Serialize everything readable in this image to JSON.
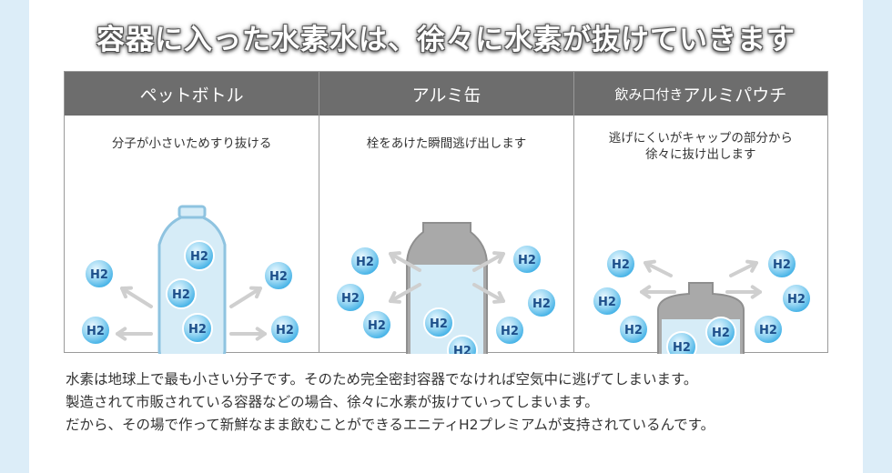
{
  "headline": "容器に入った水素水は、徐々に水素が抜けていきます",
  "columns": [
    {
      "header_main": "ペットボトル",
      "header_prefix": "",
      "caption_line1": "分子が小さいためすり抜ける",
      "caption_line2": ""
    },
    {
      "header_main": "アルミ缶",
      "header_prefix": "",
      "caption_line1": "栓をあけた瞬間逃げ出します",
      "caption_line2": ""
    },
    {
      "header_main": "アルミパウチ",
      "header_prefix": "飲み口付き",
      "caption_line1": "逃げにくいがキャップの部分から",
      "caption_line2": "徐々に抜け出します"
    }
  ],
  "molecule_label": "H2",
  "body": {
    "line1": "水素は地球上で最も小さい分子です。そのため完全密封容器でなければ空気中に逃げてしまいます。",
    "line2": "製造されて市販されている容器などの場合、徐々に水素が抜けていってしまいます。",
    "line3": "だから、その場で作って新鮮なまま飲むことができるエニティH2プレミアムが支持されているんです。"
  },
  "colors": {
    "header_bg": "#6d6d6d",
    "container_fill": "#d6ecf7",
    "container_stroke": "#8ec3e0",
    "can_gray": "#a9a9a9",
    "molecule": "#3fb0e6",
    "arrow": "#cfcfcf"
  },
  "icons": {
    "molecule": "h2-molecule-icon",
    "arrow": "arrow-icon",
    "pet_bottle": "pet-bottle-icon",
    "aluminum_can": "aluminum-can-icon",
    "pouch": "aluminum-pouch-icon"
  }
}
